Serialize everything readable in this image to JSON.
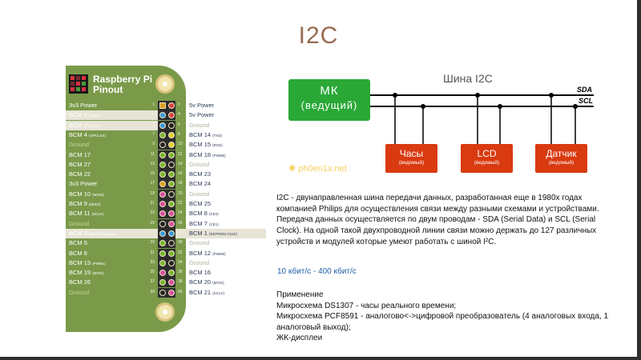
{
  "title": "I2C",
  "pinout": {
    "brand_line1": "Raspberry Pi",
    "brand_line2": "Pinout",
    "rows": [
      {
        "lname": "3v3 Power",
        "lsub": "",
        "lnum": "1",
        "rnum": "2",
        "rname": "5v Power",
        "rsub": "",
        "lgr": false,
        "rgr": false,
        "lc": "#d9a020",
        "rc": "#d94040",
        "lsq": true,
        "hl": ""
      },
      {
        "lname": "BCM 2",
        "lsub": "(Data)",
        "lnum": "3",
        "rnum": "4",
        "rname": "5v Power",
        "rsub": "",
        "lgr": false,
        "rgr": false,
        "lc": "#3a9ad9",
        "rc": "#d94040",
        "lsq": false,
        "hl": "left"
      },
      {
        "lname": "BCM 3",
        "lsub": "(Clock)",
        "lnum": "5",
        "rnum": "6",
        "rname": "Ground",
        "rsub": "",
        "lgr": false,
        "rgr": true,
        "lc": "#3a9ad9",
        "rc": "#222222",
        "lsq": false,
        "hl": "left"
      },
      {
        "lname": "BCM 4",
        "lsub": "(GPCLK0)",
        "lnum": "7",
        "rnum": "8",
        "rname": "BCM 14",
        "rsub": "(TXD)",
        "lgr": false,
        "rgr": false,
        "lc": "#7ab830",
        "rc": "#e0d030",
        "lsq": false,
        "hl": ""
      },
      {
        "lname": "Ground",
        "lsub": "",
        "lnum": "9",
        "rnum": "10",
        "rname": "BCM 15",
        "rsub": "(RXD)",
        "lgr": true,
        "rgr": false,
        "lc": "#222222",
        "rc": "#e0d030",
        "lsq": false,
        "hl": ""
      },
      {
        "lname": "BCM 17",
        "lsub": "",
        "lnum": "11",
        "rnum": "12",
        "rname": "BCM 18",
        "rsub": "(PWM0)",
        "lgr": false,
        "rgr": false,
        "lc": "#7ab830",
        "rc": "#7ab830",
        "lsq": false,
        "hl": ""
      },
      {
        "lname": "BCM 27",
        "lsub": "",
        "lnum": "13",
        "rnum": "14",
        "rname": "Ground",
        "rsub": "",
        "lgr": false,
        "rgr": true,
        "lc": "#7ab830",
        "rc": "#222222",
        "lsq": false,
        "hl": ""
      },
      {
        "lname": "BCM 22",
        "lsub": "",
        "lnum": "15",
        "rnum": "16",
        "rname": "BCM 23",
        "rsub": "",
        "lgr": false,
        "rgr": false,
        "lc": "#7ab830",
        "rc": "#7ab830",
        "lsq": false,
        "hl": ""
      },
      {
        "lname": "3v3 Power",
        "lsub": "",
        "lnum": "17",
        "rnum": "18",
        "rname": "BCM 24",
        "rsub": "",
        "lgr": false,
        "rgr": false,
        "lc": "#d9a020",
        "rc": "#7ab830",
        "lsq": false,
        "hl": ""
      },
      {
        "lname": "BCM 10",
        "lsub": "(MOSI)",
        "lnum": "19",
        "rnum": "20",
        "rname": "Ground",
        "rsub": "",
        "lgr": false,
        "rgr": true,
        "lc": "#d94fa0",
        "rc": "#222222",
        "lsq": false,
        "hl": ""
      },
      {
        "lname": "BCM 9",
        "lsub": "(MISO)",
        "lnum": "21",
        "rnum": "22",
        "rname": "BCM 25",
        "rsub": "",
        "lgr": false,
        "rgr": false,
        "lc": "#d94fa0",
        "rc": "#7ab830",
        "lsq": false,
        "hl": ""
      },
      {
        "lname": "BCM 11",
        "lsub": "(SCLK)",
        "lnum": "23",
        "rnum": "24",
        "rname": "BCM 8",
        "rsub": "(CE0)",
        "lgr": false,
        "rgr": false,
        "lc": "#d94fa0",
        "rc": "#d94fa0",
        "lsq": false,
        "hl": ""
      },
      {
        "lname": "Ground",
        "lsub": "",
        "lnum": "25",
        "rnum": "26",
        "rname": "BCM 7",
        "rsub": "(CE1)",
        "lgr": true,
        "rgr": false,
        "lc": "#222222",
        "rc": "#d94fa0",
        "lsq": false,
        "hl": ""
      },
      {
        "lname": "BCM 0",
        "lsub": "(EEPROM Data)",
        "lnum": "27",
        "rnum": "28",
        "rname": "BCM 1",
        "rsub": "(EEPROM Clock)",
        "lgr": false,
        "rgr": false,
        "lc": "#3a9ad9",
        "rc": "#3a9ad9",
        "lsq": false,
        "hl": "full"
      },
      {
        "lname": "BCM 5",
        "lsub": "",
        "lnum": "29",
        "rnum": "30",
        "rname": "Ground",
        "rsub": "",
        "lgr": false,
        "rgr": true,
        "lc": "#7ab830",
        "rc": "#222222",
        "lsq": false,
        "hl": ""
      },
      {
        "lname": "BCM 6",
        "lsub": "",
        "lnum": "31",
        "rnum": "32",
        "rname": "BCM 12",
        "rsub": "(PWM0)",
        "lgr": false,
        "rgr": false,
        "lc": "#7ab830",
        "rc": "#7ab830",
        "lsq": false,
        "hl": ""
      },
      {
        "lname": "BCM 13",
        "lsub": "(PWM1)",
        "lnum": "33",
        "rnum": "34",
        "rname": "Ground",
        "rsub": "",
        "lgr": false,
        "rgr": true,
        "lc": "#7ab830",
        "rc": "#222222",
        "lsq": false,
        "hl": ""
      },
      {
        "lname": "BCM 19",
        "lsub": "(MISO)",
        "lnum": "35",
        "rnum": "36",
        "rname": "BCM 16",
        "rsub": "",
        "lgr": false,
        "rgr": false,
        "lc": "#d94fa0",
        "rc": "#7ab830",
        "lsq": false,
        "hl": ""
      },
      {
        "lname": "BCM 26",
        "lsub": "",
        "lnum": "37",
        "rnum": "38",
        "rname": "BCM 20",
        "rsub": "(MOSI)",
        "lgr": false,
        "rgr": false,
        "lc": "#7ab830",
        "rc": "#d94fa0",
        "lsq": false,
        "hl": ""
      },
      {
        "lname": "Ground",
        "lsub": "",
        "lnum": "39",
        "rnum": "40",
        "rname": "BCM 21",
        "rsub": "(SCLK)",
        "lgr": true,
        "rgr": false,
        "lc": "#222222",
        "rc": "#d94fa0",
        "lsq": false,
        "hl": ""
      }
    ]
  },
  "diagram": {
    "master_line1": "МК",
    "master_line2": "(ведущий)",
    "bus_title": "Шина I2C",
    "sda": "SDA",
    "scl": "SCL",
    "slaves": [
      {
        "line1": "Часы",
        "line2": "(ведомый)"
      },
      {
        "line1": "LCD",
        "line2": "(ведомый)"
      },
      {
        "line1": "Датчик",
        "line2": "(ведомый)"
      }
    ],
    "watermark": "ph0en1x.net",
    "colors": {
      "master": "#2aa836",
      "slave": "#d93a10",
      "bus": "#000000"
    }
  },
  "text": {
    "description": "I2C - двунаправленная шина передачи данных, разработанная еще в 1980х годах компанией Philips для осуществления связи между разными схемами и устройствами. Передача данных осуществляется по двум проводам - SDA (Serial Data) и SCL (Serial Clock). На одной такой двухпроводной линии связи можно держать до 127 различных устройств и модулей которые умеют работать с шиной I²C.",
    "speed": "10 кбит/с - 400 кбит/с",
    "apps_heading": "Применение",
    "app1": "Микросхема DS1307 - часы реального времени;",
    "app2": "Микросхема PCF8591 - аналогово<->цифровой преобразователь (4 аналоговых входа, 1 аналоговый выход);",
    "app3": "ЖК-дисплеи"
  }
}
